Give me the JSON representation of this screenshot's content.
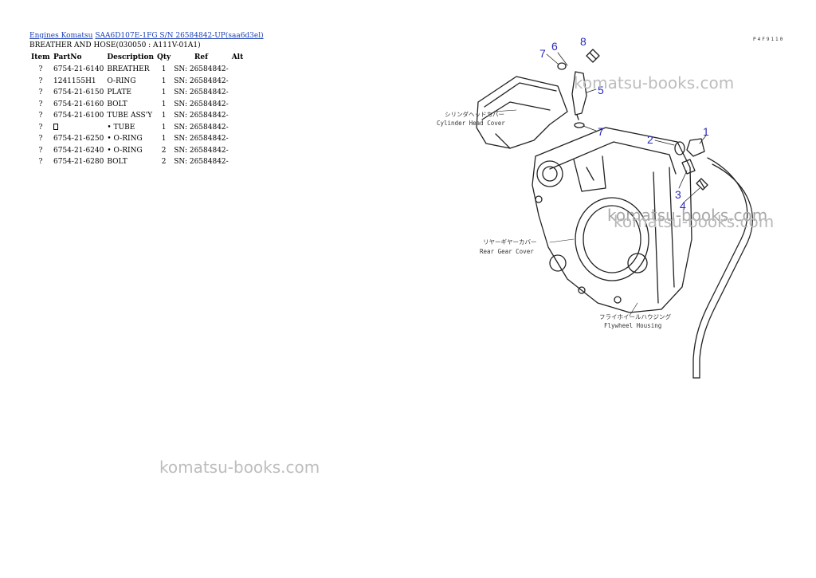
{
  "breadcrumb": {
    "link1": "Engines Komatsu",
    "link2": "SAA6D107E-1FG S/N 26584842-UP(saa6d3el)"
  },
  "subtitle": "BREATHER AND HOSE(030050 : A111V-01A1)",
  "table": {
    "headers": [
      "Item",
      "PartNo",
      "Description",
      "Qty",
      "Ref",
      "Alt"
    ],
    "rows": [
      {
        "item": "?",
        "part": "6754-21-6140",
        "desc": "BREATHER",
        "qty": "1",
        "ref": "SN: 26584842-",
        "alt": ""
      },
      {
        "item": "?",
        "part": "1241155H1",
        "desc": "O-RING",
        "qty": "1",
        "ref": "SN: 26584842-",
        "alt": ""
      },
      {
        "item": "?",
        "part": "6754-21-6150",
        "desc": "PLATE",
        "qty": "1",
        "ref": "SN: 26584842-",
        "alt": ""
      },
      {
        "item": "?",
        "part": "6754-21-6160",
        "desc": "BOLT",
        "qty": "1",
        "ref": "SN: 26584842-",
        "alt": ""
      },
      {
        "item": "?",
        "part": "6754-21-6100",
        "desc": "TUBE ASS'Y",
        "qty": "1",
        "ref": "SN: 26584842-",
        "alt": ""
      },
      {
        "item": "?",
        "part": "",
        "desc": "• TUBE",
        "qty": "1",
        "ref": "SN: 26584842-",
        "alt": ""
      },
      {
        "item": "?",
        "part": "6754-21-6250",
        "desc": "• O-RING",
        "qty": "1",
        "ref": "SN: 26584842-",
        "alt": ""
      },
      {
        "item": "?",
        "part": "6754-21-6240",
        "desc": "• O-RING",
        "qty": "2",
        "ref": "SN: 26584842-",
        "alt": ""
      },
      {
        "item": "?",
        "part": "6754-21-6280",
        "desc": "BOLT",
        "qty": "2",
        "ref": "SN: 26584842-",
        "alt": ""
      }
    ]
  },
  "watermark": "komatsu-books.com",
  "diagram": {
    "code": "P4F9110",
    "callouts": [
      "1",
      "2",
      "3",
      "4",
      "5",
      "6",
      "7",
      "8",
      "7"
    ],
    "label_cylinder_jp": "シリンダヘッドカバー",
    "label_cylinder_en": "Cylinder Head Cover",
    "label_rear_jp": "リヤーギヤーカバー",
    "label_rear_en": "Rear Gear Cover",
    "label_flywheel_jp": "フライホイールハウジング",
    "label_flywheel_en": "Flywheel Housing"
  }
}
